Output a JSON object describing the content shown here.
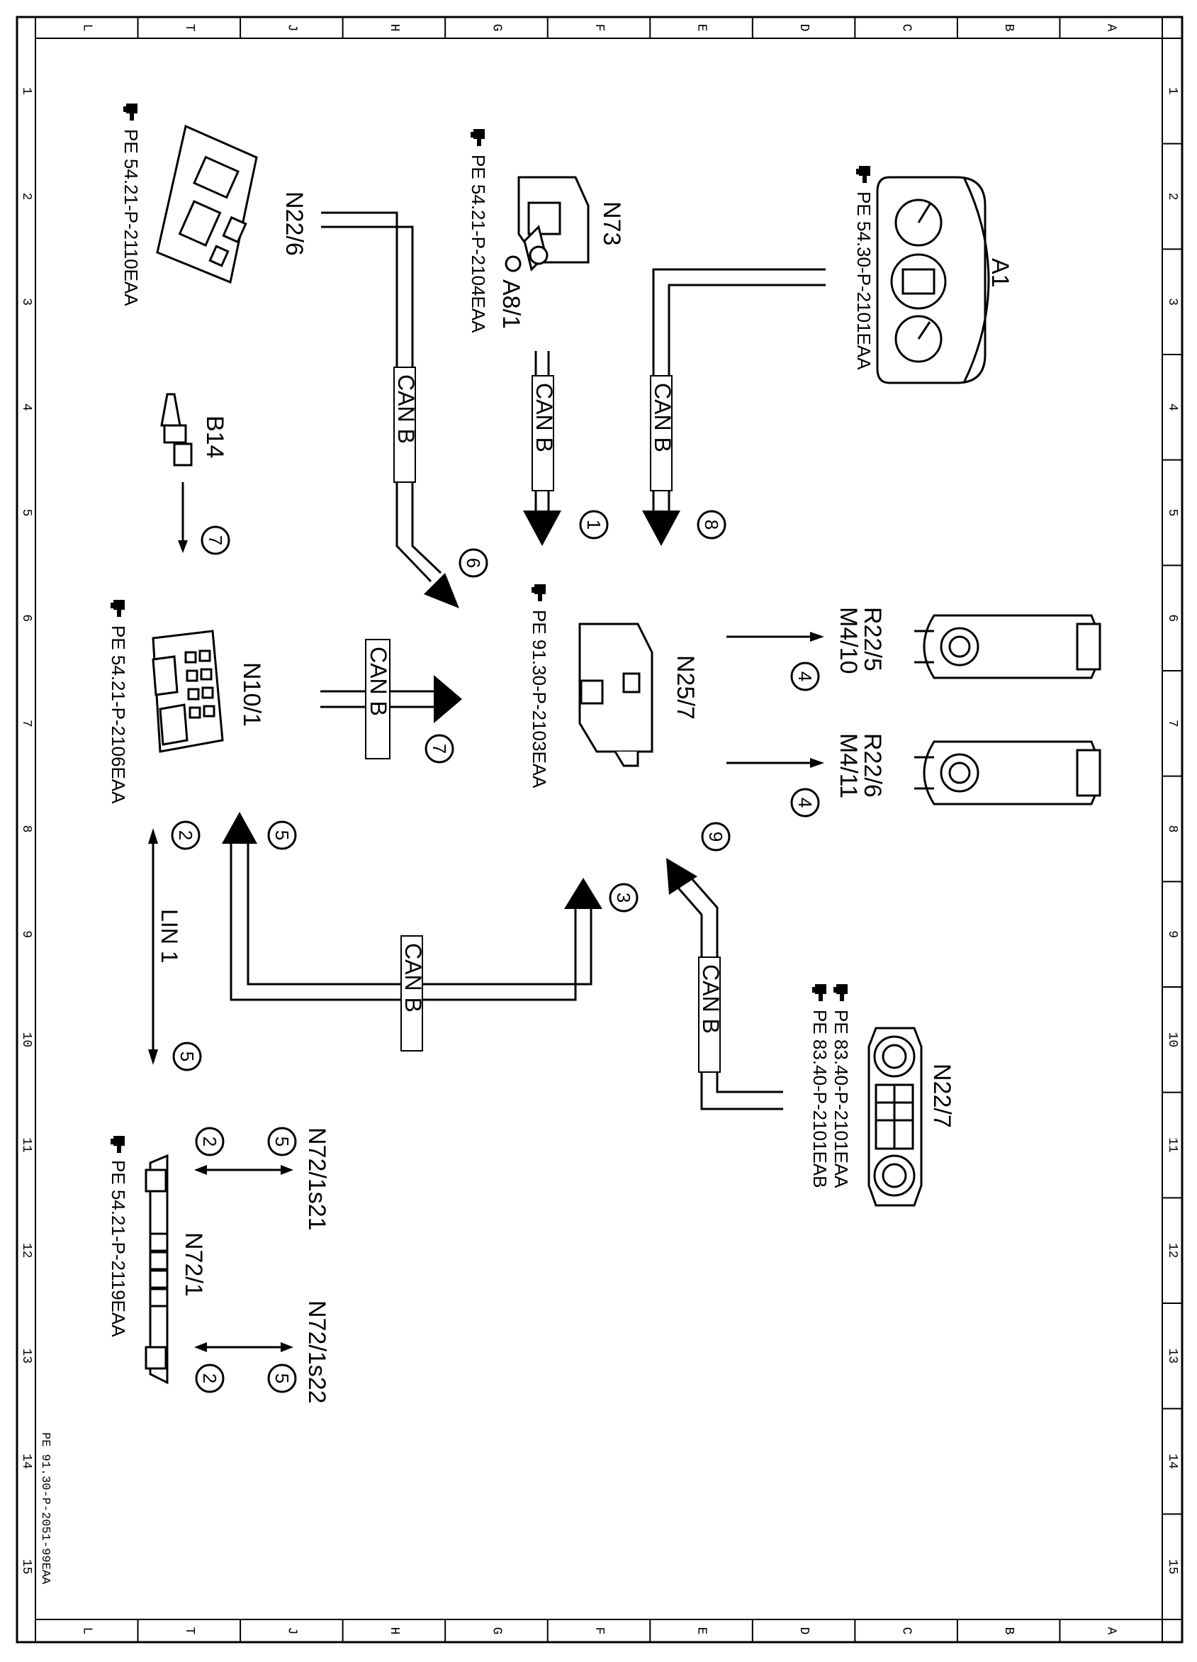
{
  "border": {
    "top_letters": [
      "L",
      "T",
      "J",
      "H",
      "G",
      "F",
      "E",
      "D",
      "C",
      "B",
      "A"
    ],
    "side_numbers": [
      "1",
      "2",
      "3",
      "4",
      "5",
      "6",
      "7",
      "8",
      "9",
      "10",
      "11",
      "12",
      "13",
      "14",
      "15"
    ]
  },
  "footer_ref": "PE 91.30-P-2051-99EAA",
  "components": {
    "n22_6": {
      "label": "N22/6",
      "ref": "PE  54.21-P-2110EAA"
    },
    "n73": {
      "label": "N73",
      "ref": "PE  54.21-P-2104EAA"
    },
    "a8_1": {
      "label": "A8/1"
    },
    "a1": {
      "label": "A1",
      "ref": "PE  54.30-P-2101EAA"
    },
    "b14": {
      "label": "B14"
    },
    "n10_1": {
      "label": "N10/1",
      "ref": "PE  54.21-P-2106EAA"
    },
    "n25_7": {
      "label": "N25/7",
      "ref": "PE  91.30-P-2103EAA"
    },
    "r22_5": {
      "label": "R22/5"
    },
    "m4_10": {
      "label": "M4/10"
    },
    "r22_6": {
      "label": "R22/6"
    },
    "m4_11": {
      "label": "M4/11"
    },
    "n22_7": {
      "label": "N22/7",
      "ref1": "PE  83.40-P-2101EAA",
      "ref2": "PE  83.40-P-2101EAB"
    },
    "n72_1": {
      "label": "N72/1",
      "ref": "PE  54.21-P-2119EAA"
    },
    "n72_1s21": {
      "label": "N72/1s21"
    },
    "n72_1s22": {
      "label": "N72/1s22"
    }
  },
  "bus_labels": {
    "can_b": "CAN B",
    "lin_1": "LIN  1"
  },
  "callouts": {
    "c1": "1",
    "c2": "2",
    "c3": "3",
    "c4": "4",
    "c5": "5",
    "c6": "6",
    "c7": "7",
    "c8": "8",
    "c9": "9"
  }
}
